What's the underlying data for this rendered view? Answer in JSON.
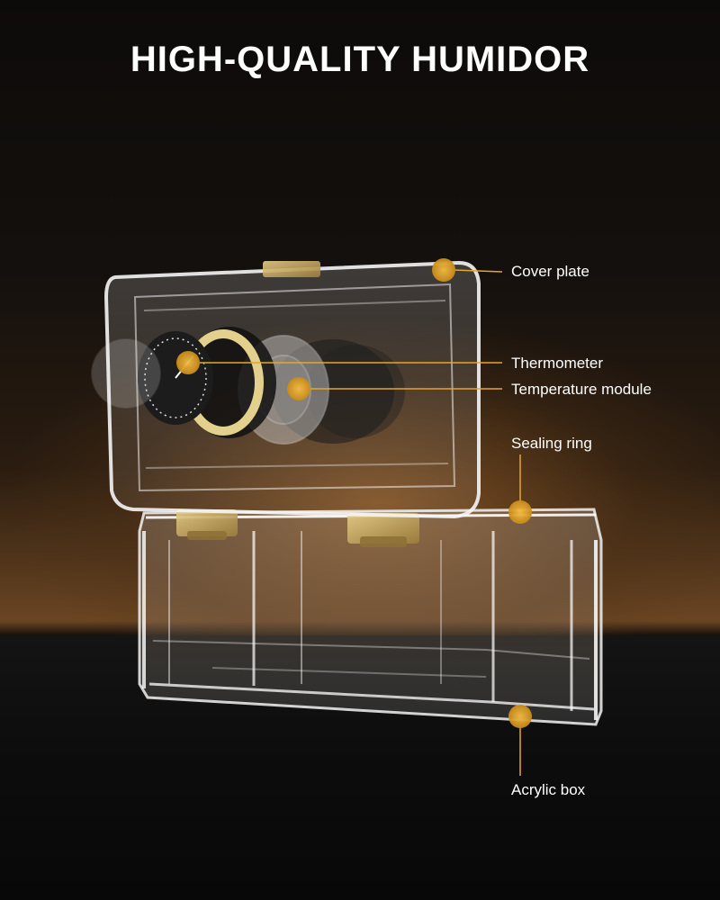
{
  "title": "HIGH-QUALITY HUMIDOR",
  "callouts": {
    "cover_plate": "Cover plate",
    "thermometer": "Thermometer",
    "temperature_module": "Temperature module",
    "sealing_ring": "Sealing ring",
    "acrylic_box": "Acrylic box"
  },
  "colors": {
    "accent": "#e6a62a",
    "text": "#ffffff",
    "background": "#0d0b0a"
  }
}
